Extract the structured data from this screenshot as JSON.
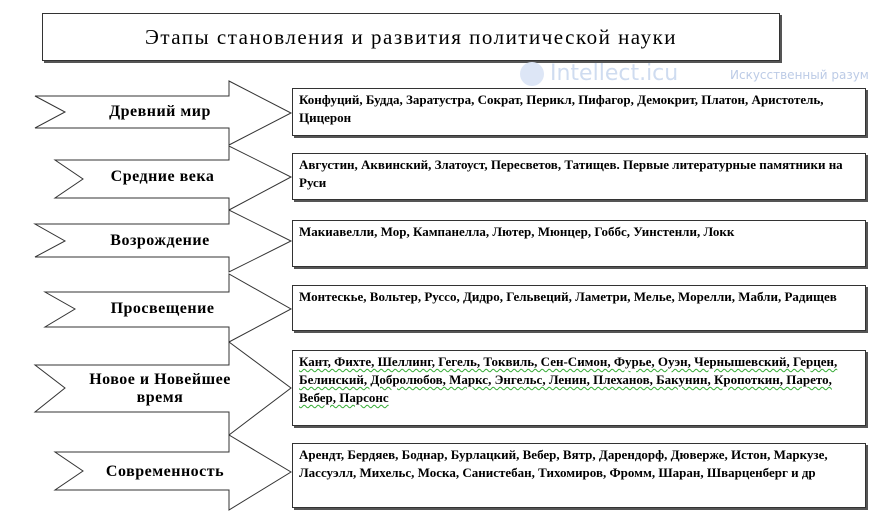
{
  "title": "Этапы становления и развития политической  науки",
  "stages": [
    {
      "label": "Древний мир",
      "figures": "Конфуций, Будда, Заратустра, Сократ, Перикл, Пифагор, Демокрит, Платон, Аристотель, Цицерон"
    },
    {
      "label": "Средние века",
      "figures": "Августин, Аквинский, Златоуст, Пересветов, Татищев. Первые литературные памятники на Руси"
    },
    {
      "label": "Возрождение",
      "figures": "Макиавелли, Мор, Кампанелла, Лютер, Мюнцер, Гоббс, Уинстенли, Локк"
    },
    {
      "label": "Просвещение",
      "figures": "Монтескье,  Вольтер,  Руссо,  Дидро,  Гельвеций,  Ламетри,  Мелье, Морелли, Мабли, Радищев"
    },
    {
      "label": "Новое и Новейшее время",
      "figures": "Кант, Фихте, Шеллинг, Гегель, Токвиль, Сен-Симон, Фурье, Оуэн, Чернышевский, Герцен, Белинский, Добролюбов, Маркс, Энгельс, Ленин, Плеханов, Бакунин, Кропоткин, Парето, Вебер, Парсонс"
    },
    {
      "label": "Современность",
      "figures": "Арендт, Бердяев, Боднар, Бурлацкий, Вебер, Вятр, Дарендорф, Дюверже, Истон, Маркузе, Лассуэлл, Михельс, Моска, Санистебан, Тихомиров, Фромм, Шаран,  Шварценберг и др"
    }
  ],
  "watermark": {
    "text": "Intellect.icu",
    "subtitle": "Искусственный разум"
  }
}
